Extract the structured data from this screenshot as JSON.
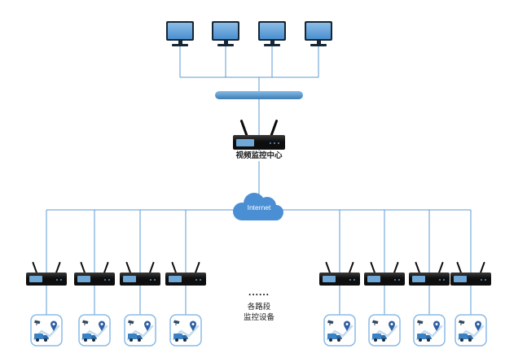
{
  "diagram": {
    "center_label": "视频监控中心",
    "cloud_label": "Internet",
    "dots": "......",
    "group_label": [
      "各路段",
      "监控设备"
    ],
    "monitor_count": 4,
    "edge_router_count": 8,
    "device_count": 8
  },
  "icons": {
    "monitor": "desktop-monitor",
    "bus": "ethernet-bus",
    "center_router": "wireless-router",
    "cloud": "internet-cloud",
    "edge_router": "wireless-router",
    "device": "road-monitoring-scene"
  },
  "colors": {
    "wire": "#5b9bd5",
    "screen_top": "#8cbde6",
    "screen_bottom": "#4a8fd0",
    "frame": "#152636",
    "bus_top": "#85bce8",
    "bus_bottom": "#3e7cb3",
    "cloud": "#4a8fd3",
    "router_body": "#0e0e0e",
    "router_screen": "#6fa8d6",
    "icon_border": "#8abbe8",
    "text": "#1a1a1a"
  }
}
